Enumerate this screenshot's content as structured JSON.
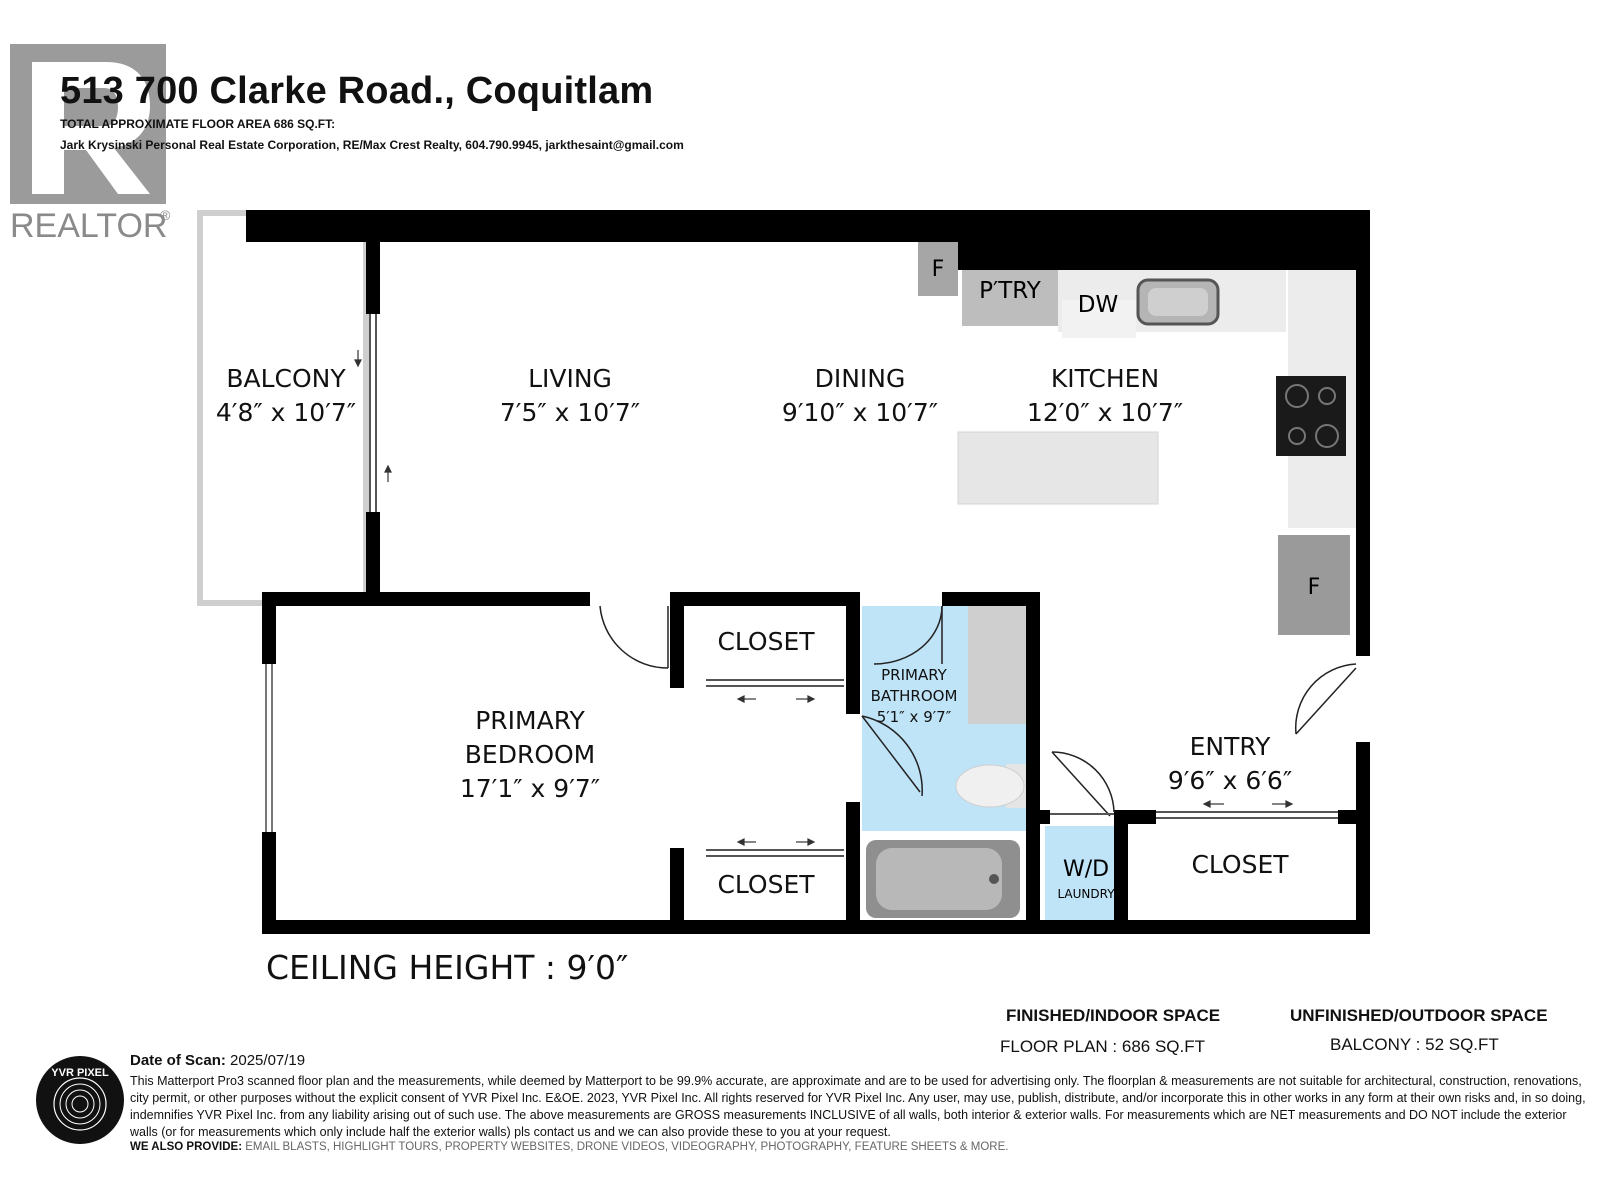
{
  "header": {
    "title": "513 700 Clarke Road., Coquitlam",
    "area_line": "TOTAL APPROXIMATE FLOOR AREA 686 SQ.FT:",
    "agent_line": "Jark Krysinski Personal Real Estate Corporation, RE/Max Crest Realty, 604.790.9945, jarkthesaint@gmail.com"
  },
  "logo": {
    "realtor_text": "REALTOR",
    "realtor_mark": "®",
    "yvr_text": "YVR PIXEL"
  },
  "rooms": {
    "balcony": {
      "name": "BALCONY",
      "dims": "4′8″ x 10′7″"
    },
    "living": {
      "name": "LIVING",
      "dims": "7′5″ x 10′7″"
    },
    "dining": {
      "name": "DINING",
      "dims": "9′10″ x 10′7″"
    },
    "kitchen": {
      "name": "KITCHEN",
      "dims": "12′0″ x 10′7″"
    },
    "primary_bedroom": {
      "name1": "PRIMARY",
      "name2": "BEDROOM",
      "dims": "17′1″ x 9′7″"
    },
    "primary_bathroom": {
      "name1": "PRIMARY",
      "name2": "BATHROOM",
      "dims": "5′1″ x 9′7″"
    },
    "entry": {
      "name": "ENTRY",
      "dims": "9′6″ x 6′6″"
    },
    "closet_top": {
      "name": "CLOSET"
    },
    "closet_bottom": {
      "name": "CLOSET"
    },
    "closet_entry": {
      "name": "CLOSET"
    },
    "laundry": {
      "name": "W/D",
      "sub": "LAUNDRY"
    }
  },
  "fixtures": {
    "fridge_top": "F",
    "fridge_side": "F",
    "pantry": "P′TRY",
    "dishwasher": "DW"
  },
  "ceiling": "CEILING HEIGHT :   9′0″",
  "areas": {
    "finished_heading": "FINISHED/INDOOR SPACE",
    "finished_value": "FLOOR PLAN  : 686 SQ.FT",
    "unfinished_heading": "UNFINISHED/OUTDOOR SPACE",
    "unfinished_value": "BALCONY  :  52 SQ.FT"
  },
  "footer": {
    "scan_label": "Date of Scan:",
    "scan_date": "2025/07/19",
    "disclaimer": "This Matterport Pro3 scanned floor plan and the measurements, while deemed by Matterport to be 99.9% accurate, are approximate and are to be used for advertising only. The floorplan & measurements are not suitable for architectural, construction, renovations, city permit, or other purposes without the explicit consent of YVR Pixel Inc. E&OE. 2023, YVR Pixel Inc. All rights reserved for YVR Pixel Inc. Any user, may use, publish, distribute, and/or incorporate this in other works in any form at their own risks and, in so doing, indemnifies YVR Pixel Inc. from any liability arising out of such use. The above measurements are GROSS measurements INCLUSIVE of all walls, both interior & exterior walls. For measurements which are NET measurements and DO NOT include the exterior walls (or for measurements which only include half the exterior walls) pls contact us and we can also provide these to you at your request.",
    "provide_label": "WE ALSO PROVIDE:",
    "provide_list": "EMAIL BLASTS, HIGHLIGHT TOURS, PROPERTY WEBSITES, DRONE VIDEOS, VIDEOGRAPHY, PHOTOGRAPHY, FEATURE SHEETS & MORE."
  },
  "colors": {
    "wall": "#000000",
    "bath": "#bfe3f7",
    "counter": "#e8e8e8",
    "appliance": "#9a9a9a",
    "logo_grey": "#8a8a8a"
  }
}
